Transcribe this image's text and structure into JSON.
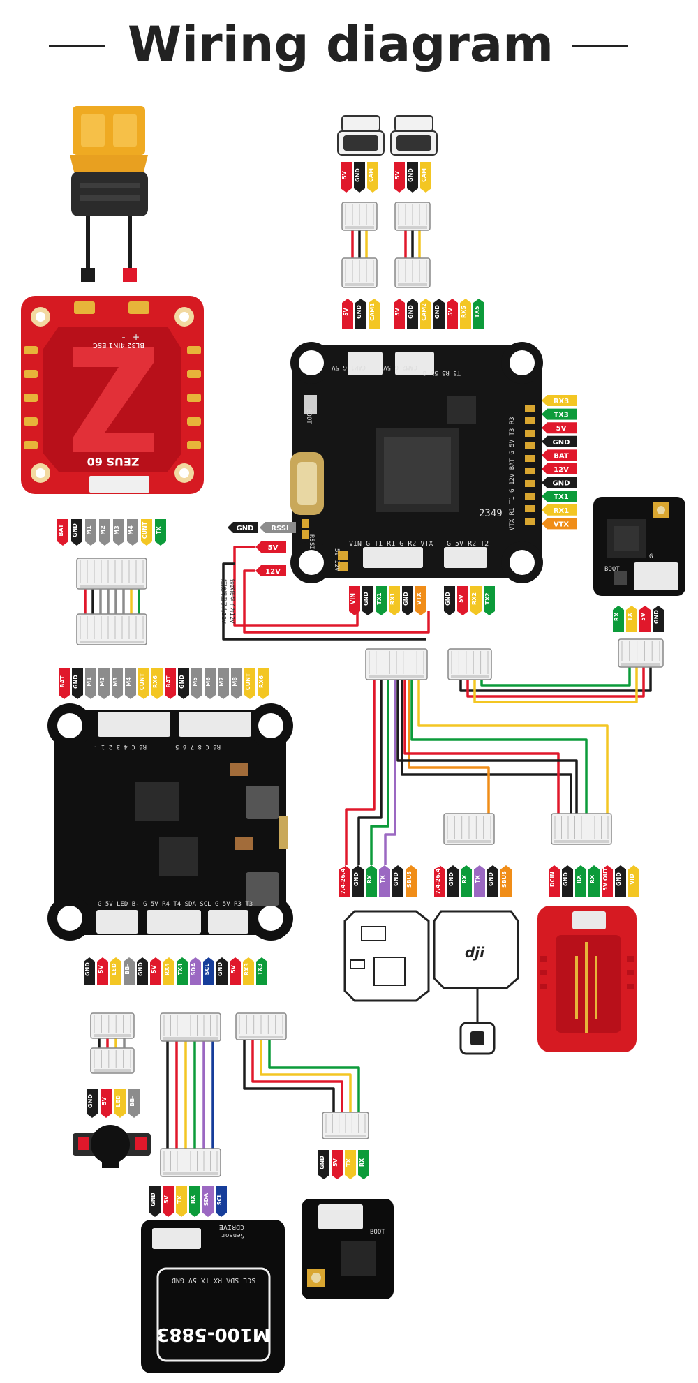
{
  "title": "Wiring diagram",
  "colors": {
    "red": "#e0182b",
    "black": "#1c1c1c",
    "yellow": "#f3c623",
    "green": "#0c9b3a",
    "orange": "#f08d18",
    "gray": "#8c8c8c",
    "purple": "#9b68c2",
    "blue": "#163d9a",
    "board": "#111111",
    "esc": "#d61a22",
    "connector": "#ececec"
  },
  "esc": {
    "pins_top": [
      {
        "label": "BAT",
        "color": "red"
      },
      {
        "label": "GND",
        "color": "black"
      },
      {
        "label": "M1",
        "color": "gray"
      },
      {
        "label": "M2",
        "color": "gray"
      },
      {
        "label": "M3",
        "color": "gray"
      },
      {
        "label": "M4",
        "color": "gray"
      },
      {
        "label": "CUNT",
        "color": "yellow"
      },
      {
        "label": "TX",
        "color": "green"
      }
    ],
    "silk_name": "ZEUS 60",
    "silk_model": "BL32 4IN1 ESC",
    "bat_label": "BAT",
    "polarity": "- +"
  },
  "fc_top": {
    "cam_pins": [
      {
        "label": "5V",
        "color": "red"
      },
      {
        "label": "GND",
        "color": "black"
      },
      {
        "label": "CAM",
        "color": "yellow"
      }
    ],
    "lower_pins_left": [
      {
        "label": "5V",
        "color": "red"
      },
      {
        "label": "GND",
        "color": "black"
      },
      {
        "label": "CAM1",
        "color": "yellow"
      }
    ],
    "lower_pins_right": [
      {
        "label": "5V",
        "color": "red"
      },
      {
        "label": "GND",
        "color": "black"
      },
      {
        "label": "CAM2",
        "color": "yellow"
      },
      {
        "label": "GND",
        "color": "black"
      },
      {
        "label": "5V",
        "color": "red"
      },
      {
        "label": "RX5",
        "color": "yellow"
      },
      {
        "label": "TX5",
        "color": "green"
      }
    ],
    "right_pads": [
      {
        "label": "RX3",
        "color": "yellow"
      },
      {
        "label": "TX3",
        "color": "green"
      },
      {
        "label": "5V",
        "color": "red"
      },
      {
        "label": "GND",
        "color": "black"
      },
      {
        "label": "BAT",
        "color": "red"
      },
      {
        "label": "12V",
        "color": "red"
      },
      {
        "label": "GND",
        "color": "black"
      },
      {
        "label": "TX1",
        "color": "green"
      },
      {
        "label": "RX1",
        "color": "yellow"
      },
      {
        "label": "VTX",
        "color": "orange"
      }
    ],
    "rssi_pads": [
      {
        "label": "GND",
        "color": "black"
      },
      {
        "label": "RSSI",
        "color": "gray"
      }
    ],
    "pwr_pads": [
      {
        "label": "5V",
        "color": "red"
      },
      {
        "label": "12V",
        "color": "red"
      }
    ],
    "note": "短路接垫子为12V",
    "note2": "短接焊盘子为12V",
    "vtx_pins": [
      {
        "label": "VIN",
        "color": "red"
      },
      {
        "label": "GND",
        "color": "black"
      },
      {
        "label": "TX1",
        "color": "green"
      },
      {
        "label": "RX1",
        "color": "yellow"
      },
      {
        "label": "GND",
        "color": "black"
      },
      {
        "label": "VTX",
        "color": "orange"
      }
    ],
    "rx_pins": [
      {
        "label": "GND",
        "color": "black"
      },
      {
        "label": "5V",
        "color": "red"
      },
      {
        "label": "RX2",
        "color": "yellow"
      },
      {
        "label": "TX2",
        "color": "green"
      }
    ],
    "silk_boot": "BOOT",
    "silk_num": "2349",
    "silk_bottom": "VIN G T1 R1 G R2 VTX",
    "silk_bottom2": "G 5V R2 T2",
    "silk_top": "T5 R5 5V G",
    "silk_side": "VTX R1 T1 G 12V BAT G 5V T3 R3",
    "silk_cam1": "CAM1 G 5V",
    "silk_cam2": "CAM2 G 5V",
    "silk_pwr": "5V 12V",
    "silk_rssi": "RSSI"
  },
  "receiver_pins": [
    {
      "label": "RX",
      "color": "green"
    },
    {
      "label": "TX",
      "color": "yellow"
    },
    {
      "label": "5V",
      "color": "red"
    },
    {
      "label": "GND",
      "color": "black"
    }
  ],
  "receiver_silk": "BOOT",
  "receiver_silk2": "G",
  "pdb": {
    "pins_top": [
      {
        "label": "BAT",
        "color": "red"
      },
      {
        "label": "GND",
        "color": "black"
      },
      {
        "label": "M1",
        "color": "gray"
      },
      {
        "label": "M2",
        "color": "gray"
      },
      {
        "label": "M3",
        "color": "gray"
      },
      {
        "label": "M4",
        "color": "gray"
      },
      {
        "label": "CUNT",
        "color": "yellow"
      },
      {
        "label": "RX6",
        "color": "yellow"
      },
      {
        "label": "BAT",
        "color": "red"
      },
      {
        "label": "GND",
        "color": "black"
      },
      {
        "label": "M5",
        "color": "gray"
      },
      {
        "label": "M6",
        "color": "gray"
      },
      {
        "label": "M7",
        "color": "gray"
      },
      {
        "label": "M8",
        "color": "gray"
      },
      {
        "label": "CUNT",
        "color": "yellow"
      },
      {
        "label": "RX6",
        "color": "yellow"
      }
    ],
    "pins_bottom": [
      {
        "label": "GND",
        "color": "black"
      },
      {
        "label": "5V",
        "color": "red"
      },
      {
        "label": "LED",
        "color": "yellow"
      },
      {
        "label": "BB-",
        "color": "gray"
      },
      {
        "label": "GND",
        "color": "black"
      },
      {
        "label": "5V",
        "color": "red"
      },
      {
        "label": "RX4",
        "color": "yellow"
      },
      {
        "label": "TX4",
        "color": "green"
      },
      {
        "label": "SDA",
        "color": "purple"
      },
      {
        "label": "SCL",
        "color": "blue"
      },
      {
        "label": "GND",
        "color": "black"
      },
      {
        "label": "5V",
        "color": "red"
      },
      {
        "label": "RX3",
        "color": "yellow"
      },
      {
        "label": "TX3",
        "color": "green"
      }
    ],
    "silk_top": "R6 C 4 3 2 1 -",
    "silk_top2": "R6 C 8 7 6 5",
    "silk_bottom": "G 5V LED B- G 5V R4 T4 SDA SCL G 5V R3 T3"
  },
  "buzzer_pins": [
    {
      "label": "GND",
      "color": "black"
    },
    {
      "label": "5V",
      "color": "red"
    },
    {
      "label": "LED",
      "color": "yellow"
    },
    {
      "label": "BB-",
      "color": "gray"
    }
  ],
  "gps_pins": [
    {
      "label": "GND",
      "color": "black"
    },
    {
      "label": "5V",
      "color": "red"
    },
    {
      "label": "TX",
      "color": "yellow"
    },
    {
      "label": "RX",
      "color": "green"
    },
    {
      "label": "SDA",
      "color": "purple"
    },
    {
      "label": "SCL",
      "color": "blue"
    }
  ],
  "gps": {
    "model": "M100-5883",
    "brand": "CDRIVE",
    "pads": "SCL  SDA  RX  TX  5V  GND",
    "sub": "Sensor"
  },
  "rx2_pins": [
    {
      "label": "GND",
      "color": "black"
    },
    {
      "label": "5V",
      "color": "red"
    },
    {
      "label": "TX",
      "color": "yellow"
    },
    {
      "label": "RX",
      "color": "green"
    }
  ],
  "rx2_silk": "BOOT",
  "dji_pins": [
    {
      "label": "7.4-26.4V",
      "color": "red"
    },
    {
      "label": "GND",
      "color": "black"
    },
    {
      "label": "RX",
      "color": "green"
    },
    {
      "label": "TX",
      "color": "purple"
    },
    {
      "label": "GND",
      "color": "black"
    },
    {
      "label": "SBUS",
      "color": "orange"
    }
  ],
  "dji2_pins": [
    {
      "label": "7.4-26.4V",
      "color": "red"
    },
    {
      "label": "GND",
      "color": "black"
    },
    {
      "label": "RX",
      "color": "green"
    },
    {
      "label": "TX",
      "color": "purple"
    },
    {
      "label": "GND",
      "color": "black"
    },
    {
      "label": "SBUS",
      "color": "orange"
    }
  ],
  "hd_pins": [
    {
      "label": "DCIN",
      "color": "red"
    },
    {
      "label": "GND",
      "color": "black"
    },
    {
      "label": "RX",
      "color": "green"
    },
    {
      "label": "RX",
      "color": "green"
    },
    {
      "label": "5V OUT",
      "color": "red"
    },
    {
      "label": "GND",
      "color": "black"
    },
    {
      "label": "VID",
      "color": "yellow"
    }
  ],
  "dji_logo": "dji"
}
